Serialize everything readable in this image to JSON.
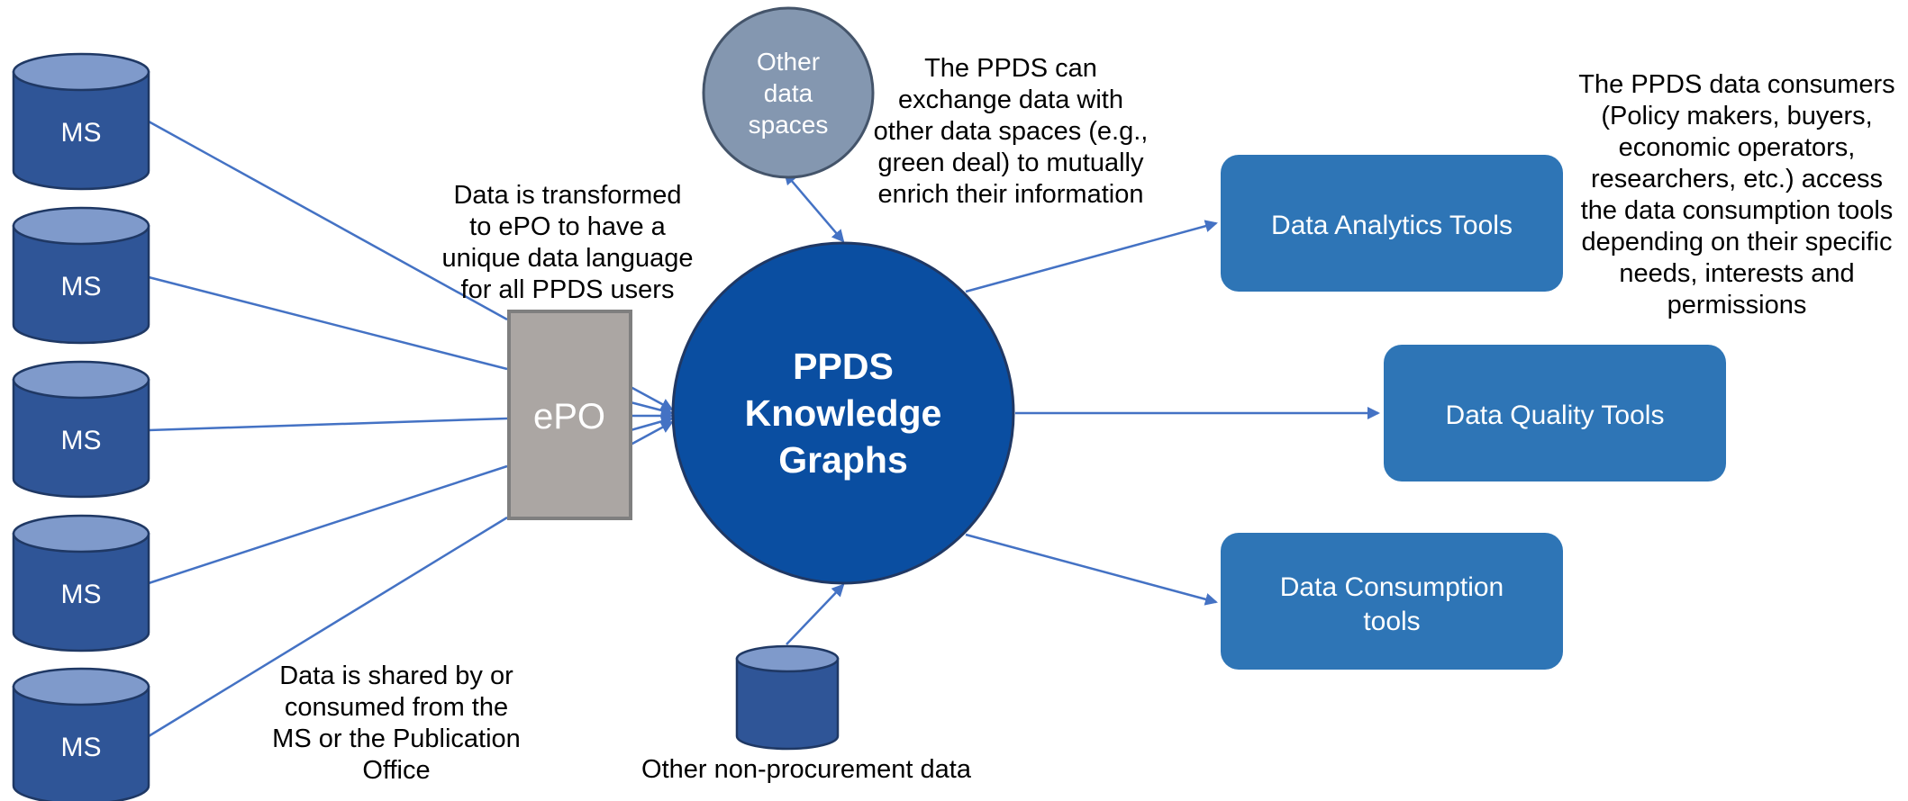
{
  "ms_databases": [
    {
      "label": "MS"
    },
    {
      "label": "MS"
    },
    {
      "label": "MS"
    },
    {
      "label": "MS"
    },
    {
      "label": "MS"
    }
  ],
  "epo": {
    "label": "ePO"
  },
  "hub": {
    "lines": [
      "PPDS",
      "Knowledge",
      "Graphs"
    ]
  },
  "other_spaces": {
    "lines": [
      "Other",
      "data",
      "spaces"
    ]
  },
  "non_procurement": {
    "label": "Other non-procurement data"
  },
  "tools": [
    {
      "lines": [
        "Data Analytics Tools"
      ]
    },
    {
      "lines": [
        "Data Quality Tools"
      ]
    },
    {
      "lines": [
        "Data Consumption",
        "tools"
      ]
    }
  ],
  "notes": {
    "transform": [
      "Data is transformed",
      "to ePO to have a",
      "unique data language",
      "for all PPDS users"
    ],
    "exchange": [
      "The PPDS can",
      "exchange data with",
      "other data spaces (e.g.,",
      "green deal) to mutually",
      "enrich their information"
    ],
    "consumers": [
      "The PPDS data consumers",
      "(Policy makers, buyers,",
      "economic operators,",
      "researchers, etc.) access",
      "the data consumption tools",
      "depending on their specific",
      "needs, interests and",
      "permissions"
    ],
    "shared": [
      "Data is shared by or",
      "consumed from the",
      "MS or the Publication",
      "Office"
    ]
  },
  "colors": {
    "cylinder_body": "#2f5597",
    "cylinder_top": "#7f9acb",
    "hub": "#0a4ea1",
    "epo_fill": "#aba6a3",
    "epo_border": "#7f7f7f",
    "other_spaces": "#8497b0",
    "tool_box": "#2e75b6",
    "arrow": "#4472c4"
  }
}
